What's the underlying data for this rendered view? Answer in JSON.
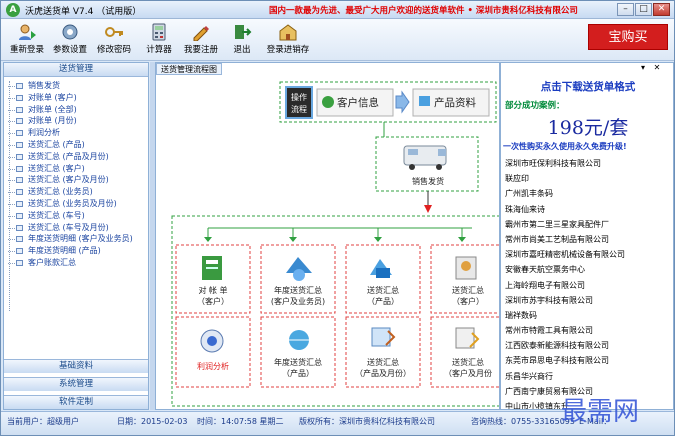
{
  "window": {
    "icon_letter": "A",
    "title": "沃虎送货单 V7.4 （试用版）",
    "marquee": "国内一款最为先进、最受广大用户欢迎的送货单软件 • 深圳市贵科亿科技有限公司"
  },
  "toolbar": {
    "items": [
      {
        "label": "重新登录",
        "icon": "relogin-icon"
      },
      {
        "label": "参数设置",
        "icon": "settings-icon"
      },
      {
        "label": "修改密码",
        "icon": "password-icon"
      },
      {
        "label": "计算器",
        "icon": "calculator-icon"
      },
      {
        "label": "我要注册",
        "icon": "register-icon"
      },
      {
        "label": "退出",
        "icon": "exit-icon"
      },
      {
        "label": "登录进销存",
        "icon": "inventory-login-icon"
      }
    ],
    "buy_banner": "宝购买"
  },
  "left_panel": {
    "header": "送货管理",
    "tree": [
      "销售发货",
      "对账单 (客户)",
      "对账单 (全部)",
      "对账单 (月份)",
      "利润分析",
      "送货汇总 (产品)",
      "送货汇总 (产品及月份)",
      "送货汇总 (客户)",
      "送货汇总 (客户及月份)",
      "送货汇总 (业务员)",
      "送货汇总 (业务员及月份)",
      "送货汇总 (车号)",
      "送货汇总 (车号及月份)",
      "年度送货明细 (客户及业务员)",
      "年度送货明细 (产品)",
      "客户账款汇总"
    ],
    "tabs": [
      "基础资料",
      "系统管理",
      "软件定制"
    ]
  },
  "center": {
    "tab": "送货管理流程图",
    "flow_title_line1": "操作",
    "flow_title_line2": "流程",
    "customer_info": "客户信息",
    "product_info": "产品资料",
    "sales_shipment": "销售发货",
    "cards": [
      {
        "line1": "对 帐 单",
        "line2": "（客户）",
        "icon": "statement-icon"
      },
      {
        "line1": "年度送货汇总",
        "line2": "(客户及业务员)",
        "icon": "annual-customer-icon"
      },
      {
        "line1": "送货汇总",
        "line2": "（产品）",
        "icon": "product-summary-icon"
      },
      {
        "line1": "送货汇总",
        "line2": "（客户）",
        "icon": "customer-summary-icon"
      },
      {
        "line1": "利润分析",
        "line2": "",
        "icon": "profit-icon"
      },
      {
        "line1": "年度送货汇总",
        "line2": "（产品）",
        "icon": "annual-product-icon"
      },
      {
        "line1": "送货汇总",
        "line2": "（产品及月份）",
        "icon": "product-month-icon"
      },
      {
        "line1": "送货汇总",
        "line2": "（客户及月份",
        "icon": "customer-month-icon"
      }
    ]
  },
  "right_panel": {
    "download_title": "点击下载送货单格式",
    "case_label": "部分成功案例：",
    "price": "198元/套",
    "promo": "一次性购买永久使用永久免费升级!",
    "companies": [
      "深圳市旺保利科技有限公司",
      "联应印",
      "广州凯丰条码",
      "珠海仙来诗",
      "霸州市第二里三星家具配件厂",
      "常州市尚美工艺制品有限公司",
      "深圳市嘉旺精密机械设备有限公司",
      "安徽春天航空票务中心",
      "上海岭翔电子有限公司",
      "深圳市苏宇科技有限公司",
      "瑞祥数码",
      "常州市特霞工具有限公司",
      "江西欧泰新能源科技有限公司",
      "东莞市昂思电子科技有限公司",
      "乐昌华兴商行",
      "广西南宁康贸易有限公司",
      "中山市小榄镇东升"
    ]
  },
  "status": {
    "user": "当前用户：超级用户",
    "date": "日期：2015-02-03",
    "time": "时间：14:07:58 星期二",
    "copyright": "版权所有：深圳市贵科亿科技有限公司",
    "hotline": "咨询热线：0755-33165095",
    "email": "E-Mail：",
    "watermark": "最需网"
  }
}
